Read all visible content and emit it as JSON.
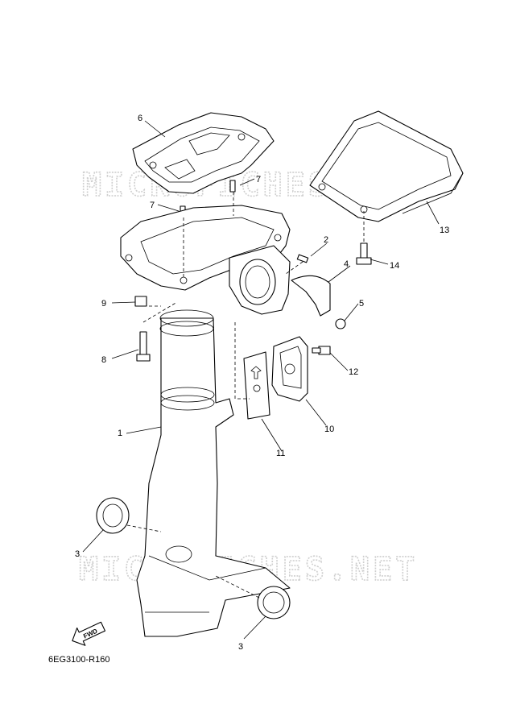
{
  "watermark": {
    "text": "MICROFICHES.NET"
  },
  "reference_code": "6EG3100-R160",
  "fwd_label": "FWD",
  "callouts": [
    {
      "id": "c1",
      "label": "1"
    },
    {
      "id": "c2",
      "label": "2"
    },
    {
      "id": "c3a",
      "label": "3"
    },
    {
      "id": "c3b",
      "label": "3"
    },
    {
      "id": "c4",
      "label": "4"
    },
    {
      "id": "c5",
      "label": "5"
    },
    {
      "id": "c6",
      "label": "6"
    },
    {
      "id": "c7a",
      "label": "7"
    },
    {
      "id": "c7b",
      "label": "7"
    },
    {
      "id": "c8",
      "label": "8"
    },
    {
      "id": "c9",
      "label": "9"
    },
    {
      "id": "c10",
      "label": "10"
    },
    {
      "id": "c11",
      "label": "11"
    },
    {
      "id": "c12",
      "label": "12"
    },
    {
      "id": "c13",
      "label": "13"
    },
    {
      "id": "c14",
      "label": "14"
    }
  ]
}
